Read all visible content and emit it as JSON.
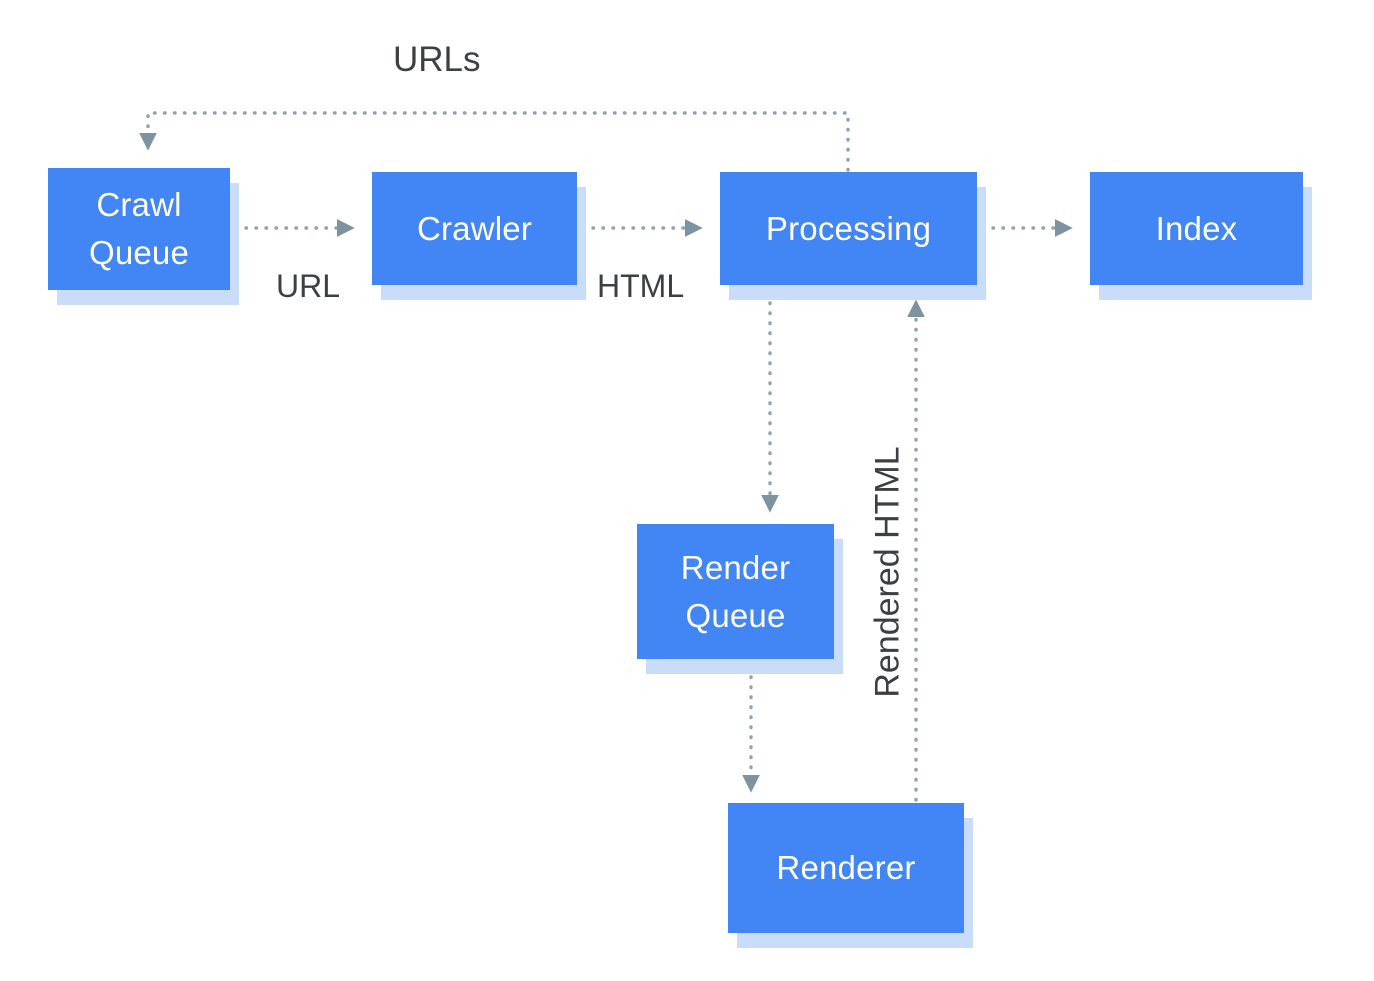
{
  "diagram": {
    "type": "flowchart",
    "description": "Crawling, rendering and indexing pipeline",
    "nodes": [
      {
        "id": "crawl-queue",
        "label": "Crawl Queue"
      },
      {
        "id": "crawler",
        "label": "Crawler"
      },
      {
        "id": "processing",
        "label": "Processing"
      },
      {
        "id": "index",
        "label": "Index"
      },
      {
        "id": "render-queue",
        "label": "Render Queue"
      },
      {
        "id": "renderer",
        "label": "Renderer"
      }
    ],
    "edges": [
      {
        "from": "crawl-queue",
        "to": "crawler",
        "label": "URL",
        "style": "dotted"
      },
      {
        "from": "crawler",
        "to": "processing",
        "label": "HTML",
        "style": "dotted"
      },
      {
        "from": "processing",
        "to": "index",
        "label": "",
        "style": "dotted"
      },
      {
        "from": "processing",
        "to": "crawl-queue",
        "label": "URLs",
        "style": "dotted"
      },
      {
        "from": "processing",
        "to": "render-queue",
        "label": "",
        "style": "dotted"
      },
      {
        "from": "render-queue",
        "to": "renderer",
        "label": "",
        "style": "dotted"
      },
      {
        "from": "renderer",
        "to": "processing",
        "label": "Rendered HTML",
        "style": "dotted"
      }
    ],
    "labels": {
      "urls": "URLs",
      "url": "URL",
      "html": "HTML",
      "rendered_html": "Rendered HTML"
    },
    "colors": {
      "node_fill": "#4285f4",
      "node_shadow": "#c9dcfa",
      "node_text": "#ffffff",
      "edge_stroke": "#8da3b0",
      "arrowhead": "#7d93a0",
      "label_text": "#3c4043",
      "background": "#ffffff"
    }
  }
}
